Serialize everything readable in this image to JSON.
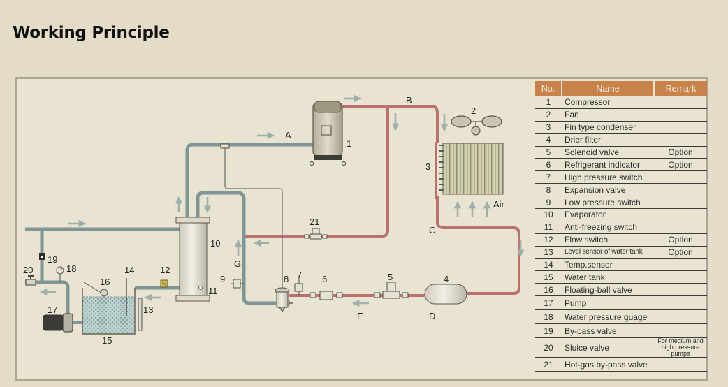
{
  "title": "Working Principle",
  "table": {
    "headers": [
      "No.",
      "Name",
      "Remark"
    ],
    "rows": [
      {
        "no": "1",
        "name": "Compressor",
        "remark": ""
      },
      {
        "no": "2",
        "name": "Fan",
        "remark": ""
      },
      {
        "no": "3",
        "name": "Fin type condenser",
        "remark": ""
      },
      {
        "no": "4",
        "name": "Drier filter",
        "remark": ""
      },
      {
        "no": "5",
        "name": "Solenoid valve",
        "remark": "Option"
      },
      {
        "no": "6",
        "name": "Refrigerant indicator",
        "remark": "Option"
      },
      {
        "no": "7",
        "name": "High pressure switch",
        "remark": ""
      },
      {
        "no": "8",
        "name": "Expansion valve",
        "remark": ""
      },
      {
        "no": "9",
        "name": "Low pressure switch",
        "remark": ""
      },
      {
        "no": "10",
        "name": "Evaporator",
        "remark": ""
      },
      {
        "no": "11",
        "name": "Anti-freezing switch",
        "remark": ""
      },
      {
        "no": "12",
        "name": "Flow switch",
        "remark": "Option"
      },
      {
        "no": "13",
        "name": "Level sensor of water tank",
        "remark": "Option"
      },
      {
        "no": "14",
        "name": "Temp.sensor",
        "remark": ""
      },
      {
        "no": "15",
        "name": "Water tank",
        "remark": ""
      },
      {
        "no": "16",
        "name": "Floating-ball valve",
        "remark": ""
      },
      {
        "no": "17",
        "name": "Pump",
        "remark": ""
      },
      {
        "no": "18",
        "name": "Water pressure guage",
        "remark": ""
      },
      {
        "no": "19",
        "name": "By-pass valve",
        "remark": ""
      },
      {
        "no": "20",
        "name": "Sluice valve",
        "remark": "For medium and high pressure pumps"
      },
      {
        "no": "21",
        "name": "Hot-gas by-pass valve",
        "remark": ""
      }
    ]
  },
  "diagram": {
    "point_labels": {
      "A": "A",
      "B": "B",
      "C": "C",
      "D": "D",
      "E": "E",
      "F": "F",
      "G": "G"
    },
    "air_label": "Air",
    "component_numbers": [
      "1",
      "2",
      "3",
      "4",
      "5",
      "6",
      "7",
      "8",
      "9",
      "10",
      "11",
      "12",
      "13",
      "14",
      "15",
      "16",
      "17",
      "18",
      "19",
      "20",
      "21"
    ],
    "colors": {
      "refrigerant_pipe": "#b8716d",
      "water_pipe": "#7e9796",
      "arrow": "#9fb0ab",
      "header": "#c8834a"
    }
  }
}
